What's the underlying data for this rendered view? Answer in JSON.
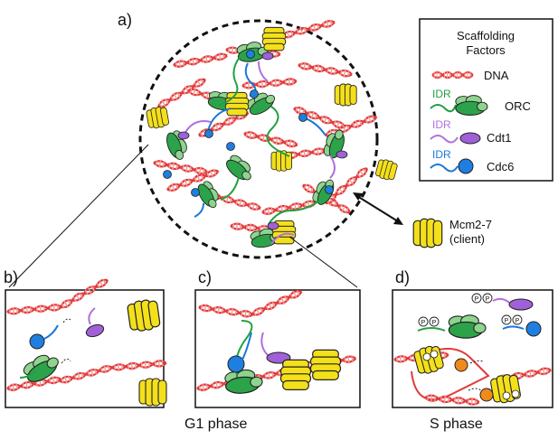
{
  "panels": {
    "a": "a)",
    "b": "b)",
    "c": "c)",
    "d": "d)"
  },
  "legend": {
    "title_line1": "Scaffolding",
    "title_line2": "Factors",
    "dna": "DNA",
    "orc": "ORC",
    "cdt1": "Cdt1",
    "cdc6": "Cdc6",
    "idr_orc": "IDR",
    "idr_cdt1": "IDR",
    "idr_cdc6": "IDR"
  },
  "client": {
    "line1": "Mcm2-7",
    "line2": "(client)"
  },
  "phases": {
    "g1": "G1 phase",
    "s": "S phase"
  },
  "phospho": "P",
  "colors": {
    "dna_red": "#e23a3a",
    "dna_pink": "#f29a9a",
    "orc_green": "#2ca34a",
    "orc_light": "#8ed48e",
    "cdt1_purple": "#a060d8",
    "cdc6_blue": "#1e7fe0",
    "mcm_yellow": "#f4e01a",
    "idr_green": "#22a040",
    "idr_purple": "#b070e0",
    "idr_blue": "#1a78d8",
    "cdk_orange": "#f08a1a"
  }
}
